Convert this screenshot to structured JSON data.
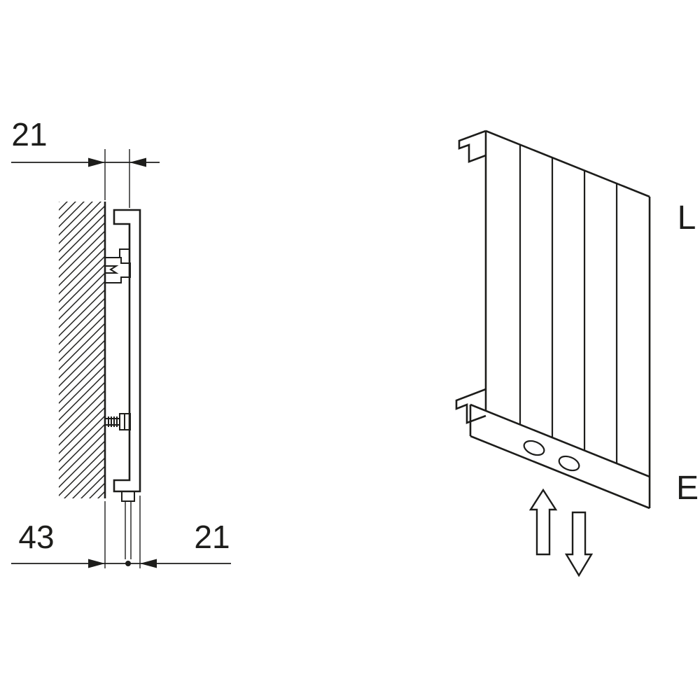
{
  "diagram": {
    "type": "technical-line-drawing",
    "background_color": "#ffffff",
    "line_color": "#1d1d1b",
    "side_view": {
      "dim_top": "21",
      "dim_bottom_left": "43",
      "dim_bottom_right": "21"
    },
    "perspective_view": {
      "label_top_right": "L",
      "label_bottom_right": "E",
      "icons": [
        "flow-up-arrow",
        "flow-down-arrow"
      ],
      "connection_holes": 2
    }
  }
}
